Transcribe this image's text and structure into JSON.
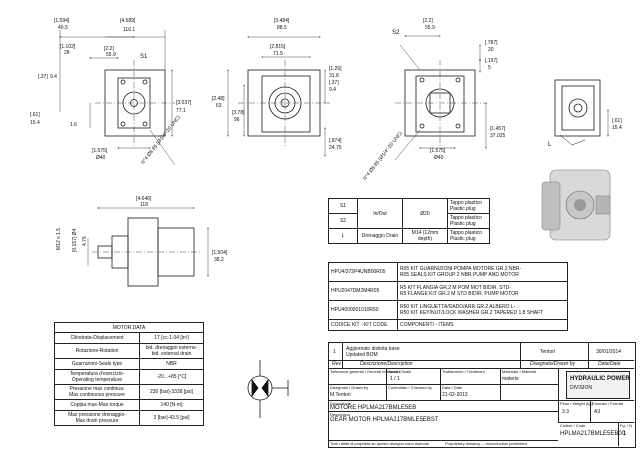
{
  "views": {
    "front": {
      "dims_top": [
        "[1.594]",
        "40.5",
        "[4.589]",
        "116.1"
      ],
      "dims_left": [
        "[1.102]",
        "28",
        "[2.2]",
        "55.9"
      ],
      "dims_side": [
        "[.37]",
        "9.4",
        "[3.037]",
        "77.1",
        "[.61]",
        "15.4"
      ],
      "dim_low": "1.6",
      "port_label": "S1",
      "dim_bottom": [
        "[1.575]",
        "Ø40"
      ],
      "dim_diag": "N°4 Ø8.85 (Ø1/4\"-20 UNC)"
    },
    "middle": {
      "dims_top": [
        "[3.484]",
        "88.5",
        "[2.815]",
        "71.5"
      ],
      "dims_side": [
        "[2.48]",
        "63",
        "[3.78]",
        "96",
        "[1.26]",
        "31.8",
        "[.37]",
        "9.4",
        "[.974]",
        "24.75"
      ]
    },
    "right": {
      "port_label": "S2",
      "dims_top": [
        "[2.2]",
        "55.9",
        "[.787]",
        "20",
        "[.197]",
        "5"
      ],
      "dims_side": [
        "[1.457]",
        "37.025",
        "[.61]",
        "15.4"
      ],
      "dim_bottom": [
        "[1.575]",
        "Ø40"
      ],
      "dim_diag": "N°4 Ø8.85 (Ø1/4\"-20 UNC)",
      "label_l": "L"
    },
    "shaft": {
      "dims_top": [
        "[4.646]",
        "118"
      ],
      "dims_left": [
        "M12 x 1.5",
        "[0.157] Ø4",
        "4.76"
      ],
      "dims_right": [
        "[1.504]",
        "38.2"
      ]
    }
  },
  "ports_table": {
    "rows": [
      {
        "code": "S1",
        "type": "In/Out",
        "size": "Ø20",
        "plug": "Tappo plastico Plastic plug"
      },
      {
        "code": "S2",
        "type": "",
        "size": "",
        "plug": "Tappo plastico Plastic plug"
      },
      {
        "code": "L",
        "type": "Drenaggio Drain",
        "size": "M14 (12mm depth)",
        "plug": "Tappo plastico Plastic plug"
      }
    ]
  },
  "kits_table": {
    "rows": [
      {
        "code": "HPU4/372P4UNB00R05",
        "desc": "R05 KIT GUARNIZIONI POMPA MOTORE GR.2 NBR-\nR05 SEALS KIT GROUP 2 NBR PUMP AND MOTOR"
      },
      {
        "code": "HPU2047DM2M4R05",
        "desc": "R5 KIT FLANGIA GR.2 M POM MOT BIDIR. STD-\nR5 FLANGE KIT GR.2 M STD BIDIR. PUMP MOTOR"
      },
      {
        "code": "HPU4000001010R50",
        "desc": "R50 KIT LINGUETTA/DADO/ARR.GR.2 ALBERO L-\nR50 KIT KEY/NUT/LOCK WASHER GR.2 TAPERED 1,8 SHAFT"
      }
    ],
    "header": {
      "code": "CODICE KIT - KIT CODE",
      "desc": "COMPONENTI - ITEMS"
    }
  },
  "motor_data": {
    "title": "MOTOR DATA",
    "rows": [
      {
        "label": "Cilindrata-Displacement",
        "value": "17 [cc-1.04 [in³]"
      },
      {
        "label": "Rotazione-Rotation",
        "value": "bid. drenaggio esterno-\nbid. external drain"
      },
      {
        "label": "Guarnizioni-Seals type",
        "value": "NBR"
      },
      {
        "label": "Temperatura d'esercizio-\nOperating temperature",
        "value": "-20...+85 [°C]"
      },
      {
        "label": "Pressione max continua-\nMax continuous pressure",
        "value": "230 [bar]-3338 [psi]"
      },
      {
        "label": "Coppia max-Max torque",
        "value": "140 [N·m]"
      },
      {
        "label": "Max pressione drenaggio-\nMax drain pressure",
        "value": "3 [bar]-43.5 [psi]"
      }
    ]
  },
  "title_block": {
    "revision": {
      "num": "1",
      "desc": "Aggiornato distinta base\nUpdated BOM",
      "author": "Tentori",
      "date": "30/01/2014",
      "labels": [
        "Rev.",
        "Descrizione/Description",
        "Disegnato/Drawn by",
        "Data/Date"
      ]
    },
    "fields": {
      "tolerance_label": "Tolleranze generali / General tolerances",
      "scale_label": "Scala / Scale",
      "scale": "1 / 1",
      "treatment_label": "Trattamento / Treatment",
      "material_label": "Materiale / Material",
      "drawn_label": "Disegnato / Drawn by",
      "drawn_by": "M.Tentori",
      "checked_label": "Controllato / Checked by",
      "date_label": "Data / Date",
      "date": "21-02-2013",
      "material": "materie",
      "weight_label": "Peso / Weight (kg)",
      "weight": "3.3",
      "format_label": "Formato / Format",
      "format": "A3"
    },
    "description_label": "Descrizione",
    "description_it": "MOTORE HPLMA217BMLE5EB",
    "description_en_label": "Description",
    "description_en": "GEAR MOTOR HPLMA217BMLE5EBST",
    "code_label": "Codice / Code",
    "code": "HPLMA217BMLE5EB00",
    "sheet_label": "Fg. / N.",
    "sheet": "1",
    "company": "HYDRAULIC POWER",
    "company_sub": "DIVISION",
    "footer": "Tutti i diritti di proprietà su questo disegno sono riservati",
    "footer_en": "Proprietary drawing — reproduction prohibited"
  },
  "colors": {
    "line": "#1a1a1a",
    "thin": "#555555",
    "hatch": "#888888"
  }
}
